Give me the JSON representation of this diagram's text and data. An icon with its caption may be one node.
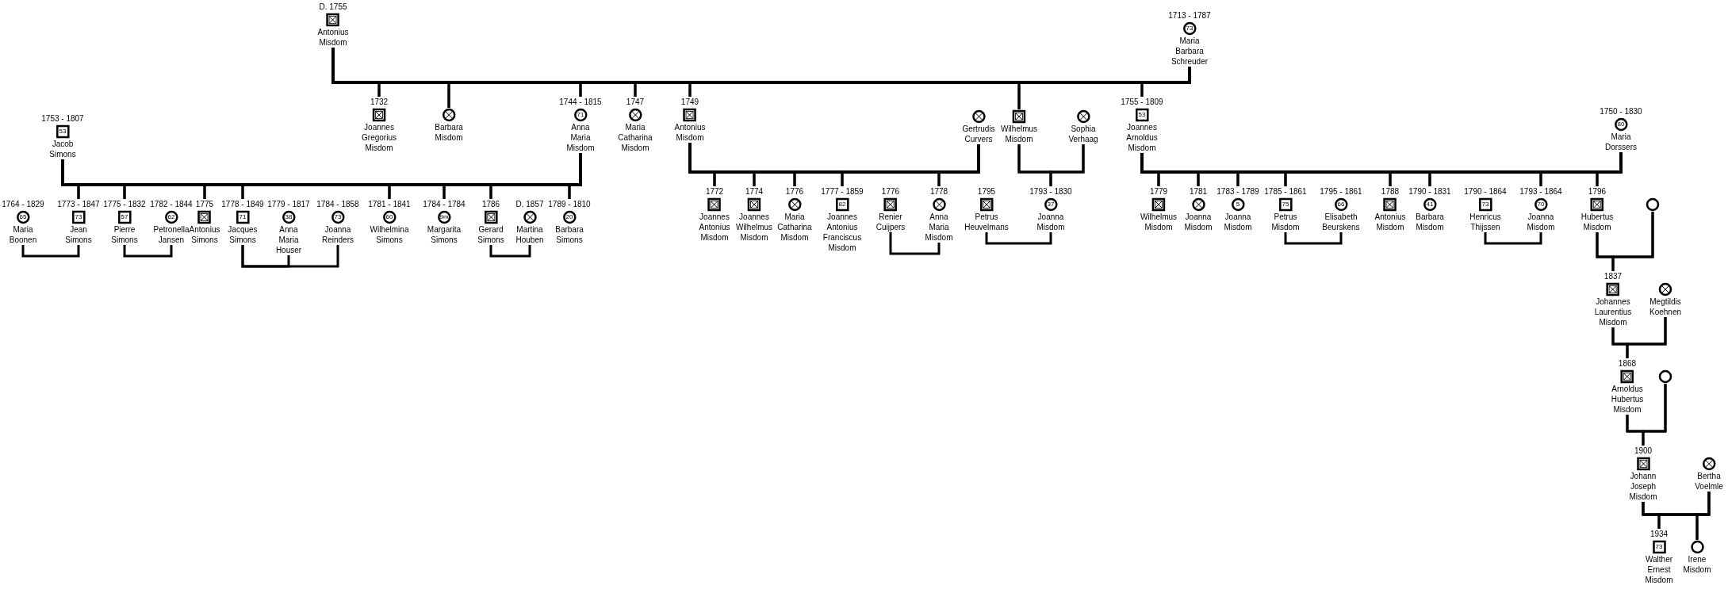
{
  "diagram": {
    "nodes": [
      {
        "text": [],
        "shape": "crossed-box",
        "beside": [
          "D. 1755",
          "Antonius Misdom"
        ]
      },
      {
        "text": [
          "73"
        ],
        "beside": [
          "1713 - 1787",
          "Maria Barbara Schreuder"
        ]
      },
      {
        "text": [],
        "shape": "crossed-box",
        "beside": [
          "1732",
          "Joannes Gregorius Misdom"
        ]
      },
      {
        "text": [],
        "shape": "crossed-circle",
        "beside": [
          "Barbara Misdom"
        ]
      },
      {
        "text": [
          "71"
        ],
        "beside": [
          "1744 - 1815",
          "Anna Maria Misdom"
        ]
      },
      {
        "text": [],
        "shape": "crossed-circle",
        "beside": [
          "1747",
          "Maria Catharina Misdom"
        ]
      },
      {
        "text": [],
        "shape": "crossed-box",
        "beside": [
          "1749",
          "Antonius Misdom"
        ]
      },
      {
        "text": [],
        "shape": "crossed-circle",
        "beside": [
          "Gertrudis Curvers"
        ]
      },
      {
        "text": [],
        "shape": "crossed-box",
        "beside": [
          "Wilhelmus Misdom"
        ]
      },
      {
        "text": [],
        "shape": "crossed-circle",
        "beside": [
          "Sophia Verhaag"
        ]
      },
      {
        "text": [
          "53"
        ],
        "beside": [
          "1755 - 1809",
          "Joannes Arnoldus Misdom"
        ]
      },
      {
        "text": [
          "53"
        ],
        "beside": [
          "1753 - 1807",
          "Jacob Simons"
        ]
      },
      {
        "text": [
          "80"
        ],
        "beside": [
          "1750 - 1830",
          "Maria Dorssers"
        ]
      },
      {
        "text": [
          "65"
        ],
        "beside": [
          "1764 - 1829",
          "Maria Boonen"
        ]
      },
      {
        "text": [
          "73"
        ],
        "beside": [
          "1773 - 1847",
          "Jean Simons"
        ]
      },
      {
        "text": [
          "57"
        ],
        "beside": [
          "1775 - 1832",
          "Pierre Simons"
        ]
      },
      {
        "text": [
          "62"
        ],
        "beside": [
          "1782 - 1844",
          "Petronella Jansen"
        ]
      },
      {
        "text": [],
        "shape": "crossed-box",
        "beside": [
          "1775",
          "Antonius Simons"
        ]
      },
      {
        "text": [
          "71"
        ],
        "beside": [
          "1778 - 1849",
          "Jacques Simons"
        ]
      },
      {
        "text": [
          "38"
        ],
        "beside": [
          "1779 - 1817",
          "Anna Maria Houser"
        ]
      },
      {
        "text": [
          "73"
        ],
        "beside": [
          "1784 - 1858",
          "Joanna Reinders"
        ]
      },
      {
        "text": [
          "60"
        ],
        "beside": [
          "1781 - 1841",
          "Wilhelmina Simons"
        ]
      },
      {
        "text": [
          "9m"
        ],
        "beside": [
          "1784 - 1784",
          "Margarita Simons"
        ]
      },
      {
        "text": [],
        "shape": "crossed-box",
        "beside": [
          "1786",
          "Gerard Simons"
        ]
      },
      {
        "text": [],
        "shape": "crossed-circle",
        "beside": [
          "D. 1857",
          "Martina Houben"
        ]
      },
      {
        "text": [
          "20"
        ],
        "beside": [
          "1789 - 1810",
          "Barbara Simons"
        ]
      },
      {
        "text": [],
        "shape": "crossed-box",
        "beside": [
          "1772",
          "Joannes Antonius Misdom"
        ]
      },
      {
        "text": [],
        "shape": "crossed-box",
        "beside": [
          "1774",
          "Joannes Wilhelmus Misdom"
        ]
      },
      {
        "text": [],
        "shape": "crossed-circle",
        "beside": [
          "1776",
          "Maria Catharina Misdom"
        ]
      },
      {
        "text": [
          "82"
        ],
        "beside": [
          "1777 - 1859",
          "Joannes Antonius Franciscus Misdom"
        ]
      },
      {
        "text": [],
        "shape": "crossed-box",
        "beside": [
          "1776",
          "Renier Cuijpers"
        ]
      },
      {
        "text": [],
        "shape": "crossed-circle",
        "beside": [
          "1778",
          "Anna Maria Misdom"
        ]
      },
      {
        "text": [],
        "shape": "crossed-box",
        "beside": [
          "1795",
          "Petrus Heuvelmans"
        ]
      },
      {
        "text": [
          "37"
        ],
        "beside": [
          "1793 - 1830",
          "Joanna Misdom"
        ]
      },
      {
        "text": [],
        "shape": "crossed-box",
        "beside": [
          "1779",
          "Wilhelmus Misdom"
        ]
      },
      {
        "text": [],
        "shape": "crossed-circle",
        "beside": [
          "1781",
          "Joanna Misdom"
        ]
      },
      {
        "text": [
          "5"
        ],
        "beside": [
          "1783 - 1789",
          "Joanna Misdom"
        ]
      },
      {
        "text": [
          "75"
        ],
        "beside": [
          "1785 - 1861",
          "Petrus Misdom"
        ]
      },
      {
        "text": [
          "66"
        ],
        "beside": [
          "1795 - 1861",
          "Elisabeth Beurskens"
        ]
      },
      {
        "text": [],
        "shape": "crossed-box",
        "beside": [
          "1788",
          "Antonius Misdom"
        ]
      },
      {
        "text": [
          "41"
        ],
        "beside": [
          "1790 - 1831",
          "Barbara Misdom"
        ]
      },
      {
        "text": [
          "73"
        ],
        "beside": [
          "1790 - 1864",
          "Henricus Thijssen"
        ]
      },
      {
        "text": [
          "70"
        ],
        "beside": [
          "1793 - 1864",
          "Joanna Misdom"
        ]
      },
      {
        "text": [],
        "shape": "crossed-box",
        "beside": [
          "1796",
          "Hubertus Misdom"
        ]
      },
      {
        "text": [],
        "shape": "circle"
      },
      {
        "text": [],
        "shape": "crossed-box",
        "beside": [
          "1837",
          "Johannes Laurentius Misdom"
        ]
      },
      {
        "text": [],
        "shape": "crossed-circle",
        "beside": [
          "Megtildis Koehnen"
        ]
      },
      {
        "text": [],
        "shape": "crossed-box",
        "beside": [
          "1868",
          "Arnoldus Hubertus Misdom"
        ]
      },
      {
        "text": [],
        "shape": "circle"
      },
      {
        "text": [],
        "shape": "crossed-box",
        "beside": [
          "1900",
          "Johann Joseph Misdom"
        ]
      },
      {
        "text": [],
        "shape": "crossed-circle",
        "beside": [
          "Bertha Voelmle"
        ]
      },
      {
        "text": [
          "73"
        ],
        "beside": [
          "1934",
          "Walther Ernest Misdom"
        ]
      },
      {
        "text": [],
        "shape": "circle",
        "beside": [
          "Irene Misdom"
        ]
      }
    ],
    "edges": [
      {
        "from": 0,
        "to": 1,
        "arrow": "none"
      },
      {
        "from": 0,
        "to": 2,
        "arrow": "none"
      },
      {
        "from": 1,
        "to": 2,
        "arrow": "none"
      },
      {
        "from": 0,
        "to": 3,
        "arrow": "none"
      },
      {
        "from": 1,
        "to": 3,
        "arrow": "none"
      },
      {
        "from": 0,
        "to": 4,
        "arrow": "none"
      },
      {
        "from": 1,
        "to": 4,
        "arrow": "none"
      },
      {
        "from": 0,
        "to": 5,
        "arrow": "none"
      },
      {
        "from": 1,
        "to": 5,
        "arrow": "none"
      },
      {
        "from": 0,
        "to": 6,
        "arrow": "none"
      },
      {
        "from": 1,
        "to": 6,
        "arrow": "none"
      },
      {
        "from": 0,
        "to": 8,
        "arrow": "none"
      },
      {
        "from": 1,
        "to": 8,
        "arrow": "none"
      },
      {
        "from": 0,
        "to": 10,
        "arrow": "none"
      },
      {
        "from": 1,
        "to": 10,
        "arrow": "none"
      },
      {
        "from": 11,
        "to": 4,
        "arrow": "none"
      },
      {
        "from": 11,
        "to": 14,
        "arrow": "none"
      },
      {
        "from": 4,
        "to": 14,
        "arrow": "none"
      },
      {
        "from": 11,
        "to": 15,
        "arrow": "none"
      },
      {
        "from": 4,
        "to": 15,
        "arrow": "none"
      },
      {
        "from": 11,
        "to": 17,
        "arrow": "none"
      },
      {
        "from": 4,
        "to": 17,
        "arrow": "none"
      },
      {
        "from": 11,
        "to": 18,
        "arrow": "none"
      },
      {
        "from": 4,
        "to": 18,
        "arrow": "none"
      },
      {
        "from": 11,
        "to": 21,
        "arrow": "none"
      },
      {
        "from": 4,
        "to": 21,
        "arrow": "none"
      },
      {
        "from": 11,
        "to": 22,
        "arrow": "none"
      },
      {
        "from": 4,
        "to": 22,
        "arrow": "none"
      },
      {
        "from": 11,
        "to": 23,
        "arrow": "none"
      },
      {
        "from": 4,
        "to": 23,
        "arrow": "none"
      },
      {
        "from": 11,
        "to": 25,
        "arrow": "none"
      },
      {
        "from": 4,
        "to": 25,
        "arrow": "none"
      },
      {
        "from": 13,
        "to": 14,
        "arrow": "none"
      },
      {
        "from": 15,
        "to": 16,
        "arrow": "none"
      },
      {
        "from": 18,
        "to": 19,
        "arrow": "none"
      },
      {
        "from": 18,
        "to": 20,
        "arrow": "none"
      },
      {
        "from": 23,
        "to": 24,
        "arrow": "none"
      },
      {
        "from": 6,
        "to": 7,
        "arrow": "none"
      },
      {
        "from": 6,
        "to": 26,
        "arrow": "none"
      },
      {
        "from": 7,
        "to": 26,
        "arrow": "none"
      },
      {
        "from": 6,
        "to": 27,
        "arrow": "none"
      },
      {
        "from": 7,
        "to": 27,
        "arrow": "none"
      },
      {
        "from": 6,
        "to": 28,
        "arrow": "none"
      },
      {
        "from": 7,
        "to": 28,
        "arrow": "none"
      },
      {
        "from": 6,
        "to": 29,
        "arrow": "none"
      },
      {
        "from": 7,
        "to": 29,
        "arrow": "none"
      },
      {
        "from": 6,
        "to": 31,
        "arrow": "none"
      },
      {
        "from": 7,
        "to": 31,
        "arrow": "none"
      },
      {
        "from": 8,
        "to": 9,
        "arrow": "none"
      },
      {
        "from": 8,
        "to": 33,
        "arrow": "none"
      },
      {
        "from": 9,
        "to": 33,
        "arrow": "none"
      },
      {
        "from": 30,
        "to": 31,
        "arrow": "none"
      },
      {
        "from": 32,
        "to": 33,
        "arrow": "none"
      },
      {
        "from": 10,
        "to": 12,
        "arrow": "none"
      },
      {
        "from": 10,
        "to": 34,
        "arrow": "none"
      },
      {
        "from": 12,
        "to": 34,
        "arrow": "none"
      },
      {
        "from": 10,
        "to": 35,
        "arrow": "none"
      },
      {
        "from": 12,
        "to": 35,
        "arrow": "none"
      },
      {
        "from": 10,
        "to": 36,
        "arrow": "none"
      },
      {
        "from": 12,
        "to": 36,
        "arrow": "none"
      },
      {
        "from": 10,
        "to": 37,
        "arrow": "none"
      },
      {
        "from": 12,
        "to": 37,
        "arrow": "none"
      },
      {
        "from": 10,
        "to": 39,
        "arrow": "none"
      },
      {
        "from": 12,
        "to": 39,
        "arrow": "none"
      },
      {
        "from": 10,
        "to": 40,
        "arrow": "none"
      },
      {
        "from": 12,
        "to": 40,
        "arrow": "none"
      },
      {
        "from": 10,
        "to": 42,
        "arrow": "none"
      },
      {
        "from": 12,
        "to": 42,
        "arrow": "none"
      },
      {
        "from": 10,
        "to": 43,
        "arrow": "none"
      },
      {
        "from": 12,
        "to": 43,
        "arrow": "none"
      },
      {
        "from": 37,
        "to": 38,
        "arrow": "none"
      },
      {
        "from": 41,
        "to": 42,
        "arrow": "none"
      },
      {
        "from": 43,
        "to": 44,
        "arrow": "none"
      },
      {
        "from": 43,
        "to": 45,
        "arrow": "none"
      },
      {
        "from": 44,
        "to": 45,
        "arrow": "none"
      },
      {
        "from": 45,
        "to": 46,
        "arrow": "none"
      },
      {
        "from": 45,
        "to": 47,
        "arrow": "none"
      },
      {
        "from": 46,
        "to": 47,
        "arrow": "none"
      },
      {
        "from": 47,
        "to": 48,
        "arrow": "none"
      },
      {
        "from": 47,
        "to": 49,
        "arrow": "none"
      },
      {
        "from": 48,
        "to": 49,
        "arrow": "none"
      },
      {
        "from": 49,
        "to": 50,
        "arrow": "none"
      },
      {
        "from": 49,
        "to": 51,
        "arrow": "none"
      },
      {
        "from": 50,
        "to": 51,
        "arrow": "none"
      },
      {
        "from": 49,
        "to": 52,
        "arrow": "none"
      },
      {
        "from": 50,
        "to": 52,
        "arrow": "none"
      }
    ]
  }
}
